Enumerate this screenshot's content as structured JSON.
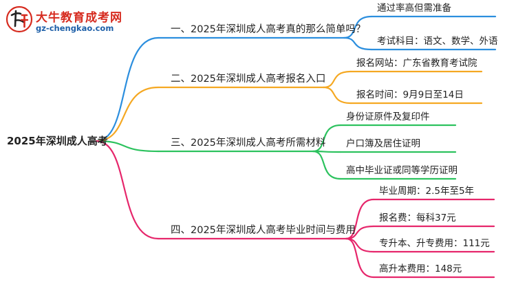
{
  "logo": {
    "title": "大牛教育成考网",
    "url": "gz-chengkao.com"
  },
  "mindmap": {
    "root": "2025年深圳成人高考",
    "branches": [
      {
        "label": "一、2025年深圳成人高考真的那么简单吗？",
        "color": "#2b8ede",
        "leaves": [
          "通过率高但需准备",
          "考试科目：语文、数学、外语"
        ]
      },
      {
        "label": "二、2025年深圳成人高考报名入口",
        "color": "#f5a822",
        "leaves": [
          "报名网站：广东省教育考试院",
          "报名时间：9月9日至14日"
        ]
      },
      {
        "label": "三、2025年深圳成人高考所需材料",
        "color": "#2cc25e",
        "leaves": [
          "身份证原件及复印件",
          "户口簿及居住证明",
          "高中毕业证或同等学历证明"
        ]
      },
      {
        "label": "四、2025年深圳成人高考毕业时间与费用",
        "color": "#e6266b",
        "leaves": [
          "毕业周期：2.5年至5年",
          "报名费：每科37元",
          "专升本、升专费用：111元",
          "高升本费用：148元"
        ]
      }
    ]
  }
}
